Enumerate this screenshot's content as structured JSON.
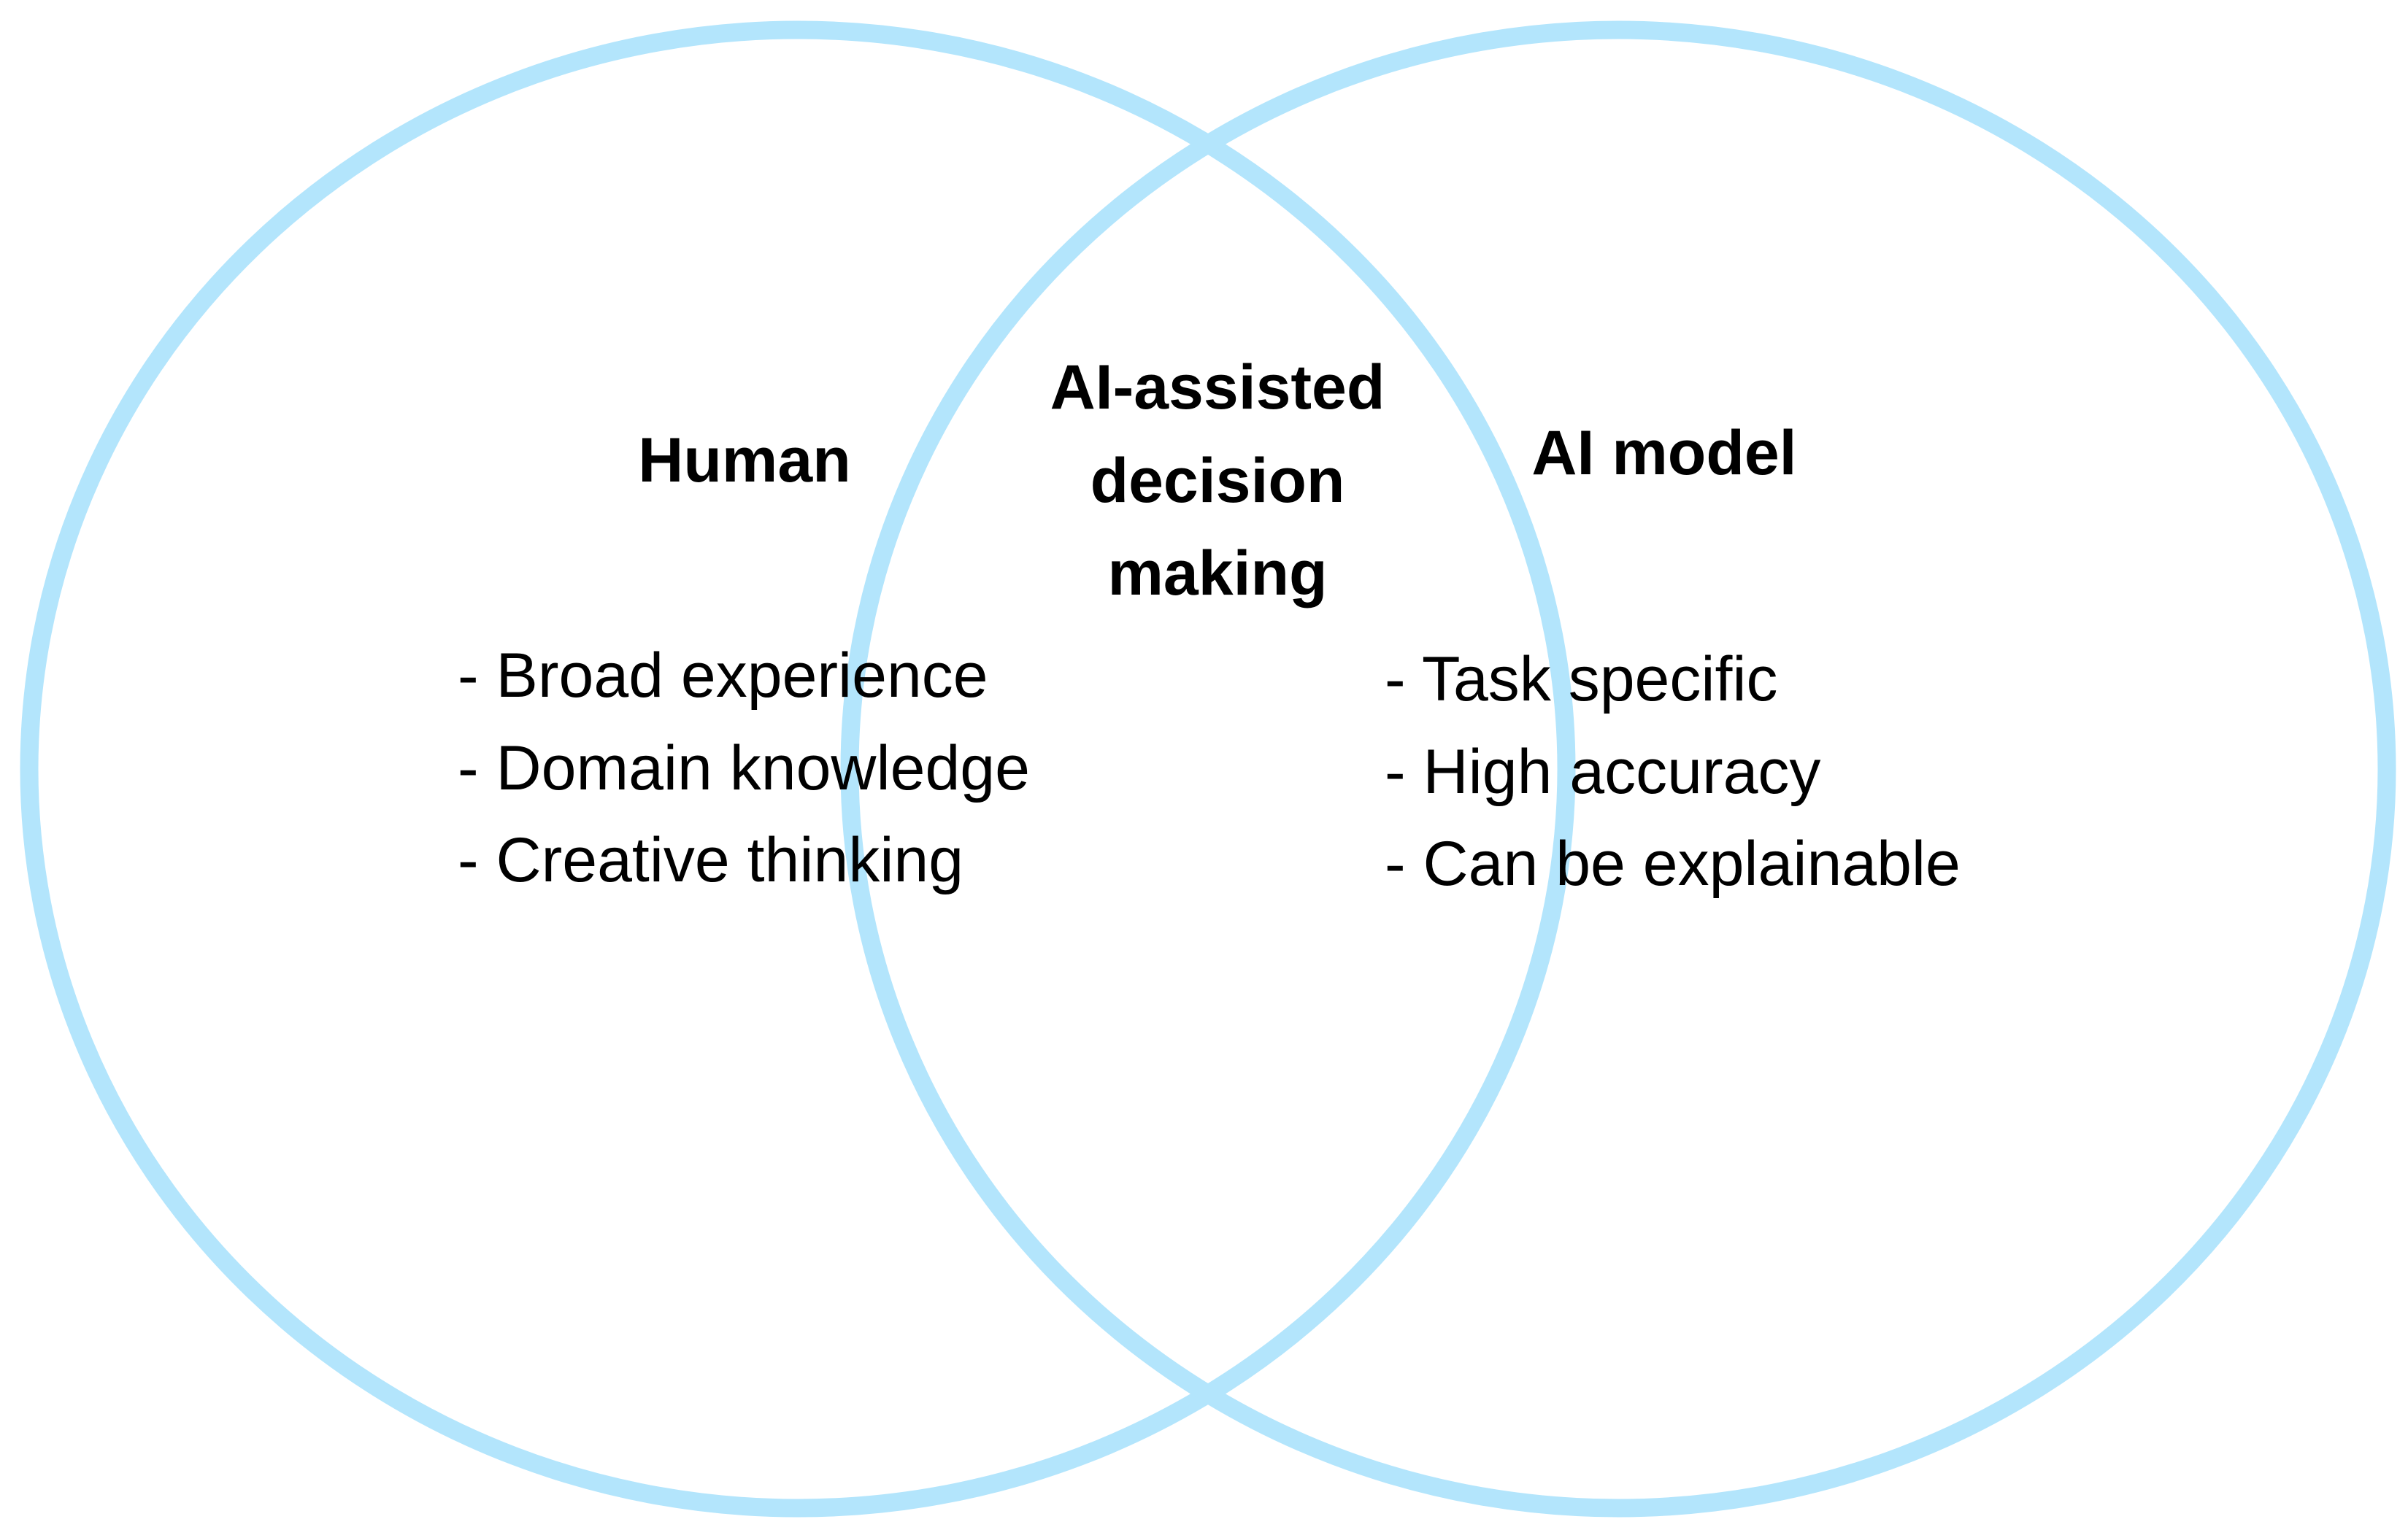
{
  "colors": {
    "circle_stroke": "#b3e5fc",
    "text": "#000000",
    "background": "#ffffff"
  },
  "left_set": {
    "title": "Human",
    "items": [
      "- Broad experience",
      "- Domain knowledge",
      "- Creative thinking"
    ]
  },
  "intersection": {
    "title_lines": [
      "AI-assisted",
      "decision",
      "making"
    ]
  },
  "right_set": {
    "title": "AI model",
    "items": [
      "- Task specific",
      "- High accuracy",
      "- Can be explainable"
    ]
  }
}
